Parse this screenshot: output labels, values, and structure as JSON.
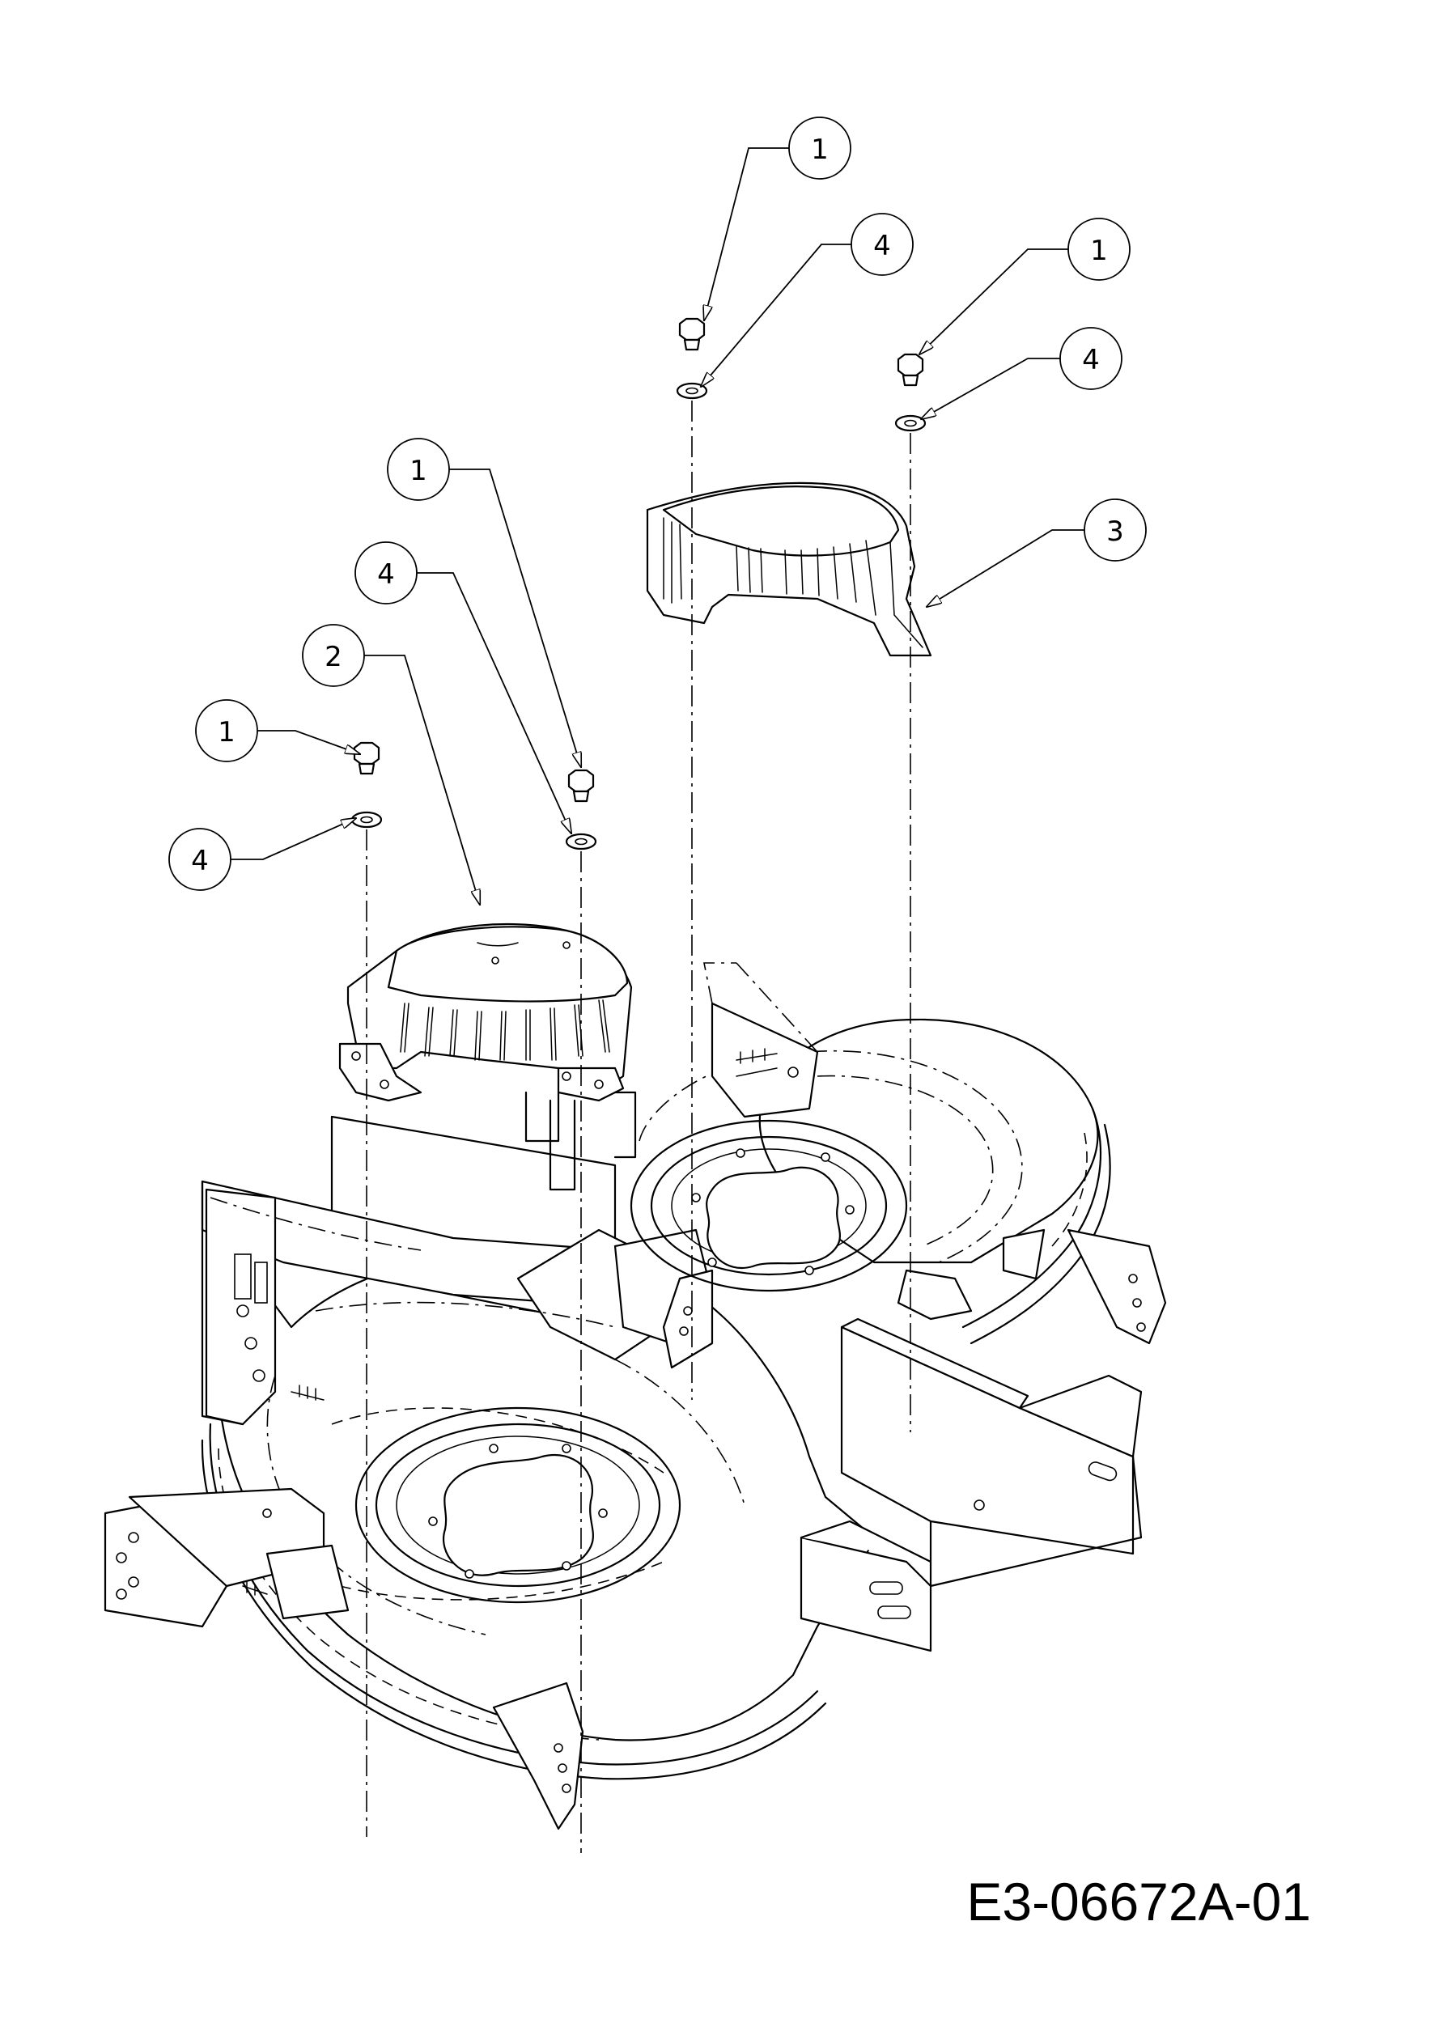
{
  "diagram_code": "E3-06672A-01",
  "callouts": [
    {
      "id": "c1",
      "label": "1"
    },
    {
      "id": "c2",
      "label": "4"
    },
    {
      "id": "c3",
      "label": "1"
    },
    {
      "id": "c4",
      "label": "4"
    },
    {
      "id": "c5",
      "label": "3"
    },
    {
      "id": "c6",
      "label": "1"
    },
    {
      "id": "c7",
      "label": "4"
    },
    {
      "id": "c8",
      "label": "2"
    },
    {
      "id": "c9",
      "label": "1"
    },
    {
      "id": "c10",
      "label": "4"
    }
  ]
}
